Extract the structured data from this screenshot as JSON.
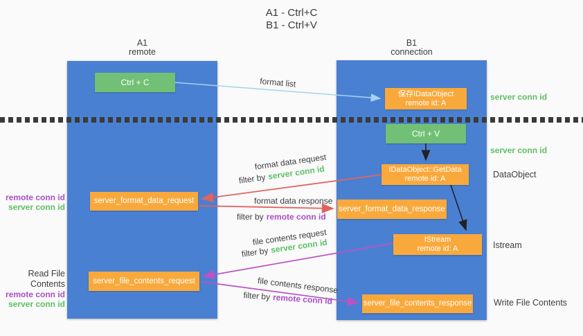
{
  "title": {
    "line1": "A1 - Ctrl+C",
    "line2": "B1 - Ctrl+V"
  },
  "lanes": {
    "a": {
      "id": "A1",
      "sub": "remote"
    },
    "b": {
      "id": "B1",
      "sub": "connection"
    }
  },
  "nodes": {
    "ctrl_c": "Ctrl + C",
    "ctrl_v": "Ctrl + V",
    "save_idataobject": {
      "line1": "保存IDataObject",
      "line2": "remote id: A"
    },
    "getdata": {
      "line1": "IDataObject::GetData",
      "line2": "remote id: A"
    },
    "istream": {
      "line1": "IStream",
      "line2": "remote id: A"
    },
    "format_request": "server_format_data_request",
    "format_response": "server_format_data_response",
    "file_request": "server_file_contents_request",
    "file_response": "server_file_contents_response"
  },
  "flow_labels": {
    "format_list": "format list",
    "format_data_request": "format data request",
    "format_data_response": "format data response",
    "file_contents_request": "file contents request",
    "file_contents_response": "file contents response",
    "filter_prefix": "filter by",
    "server_conn_id": "server conn id",
    "remote_conn_id": "remote conn id"
  },
  "side_labels": {
    "server_conn_id_top": "server conn id",
    "server_conn_id_mid": "server conn id",
    "dataobject": "DataObject",
    "istream": "Istream",
    "write_file_contents": "Write File Contents",
    "read_file_contents": "Read File Contents",
    "remote_conn_id": "remote conn id",
    "server_conn_id": "server conn id"
  },
  "colors": {
    "panel_blue": "#4a80d2",
    "green_box": "#71c075",
    "orange_box": "#f9a93c",
    "green_text": "#5cbf63",
    "purple_text": "#a94fc4",
    "red_arrow": "#e2625d",
    "magenta_arrow": "#bb53c5",
    "light_blue_arrow": "#a5d2ee",
    "black_arrow": "#222222",
    "dark_text": "#3d3d3d"
  }
}
